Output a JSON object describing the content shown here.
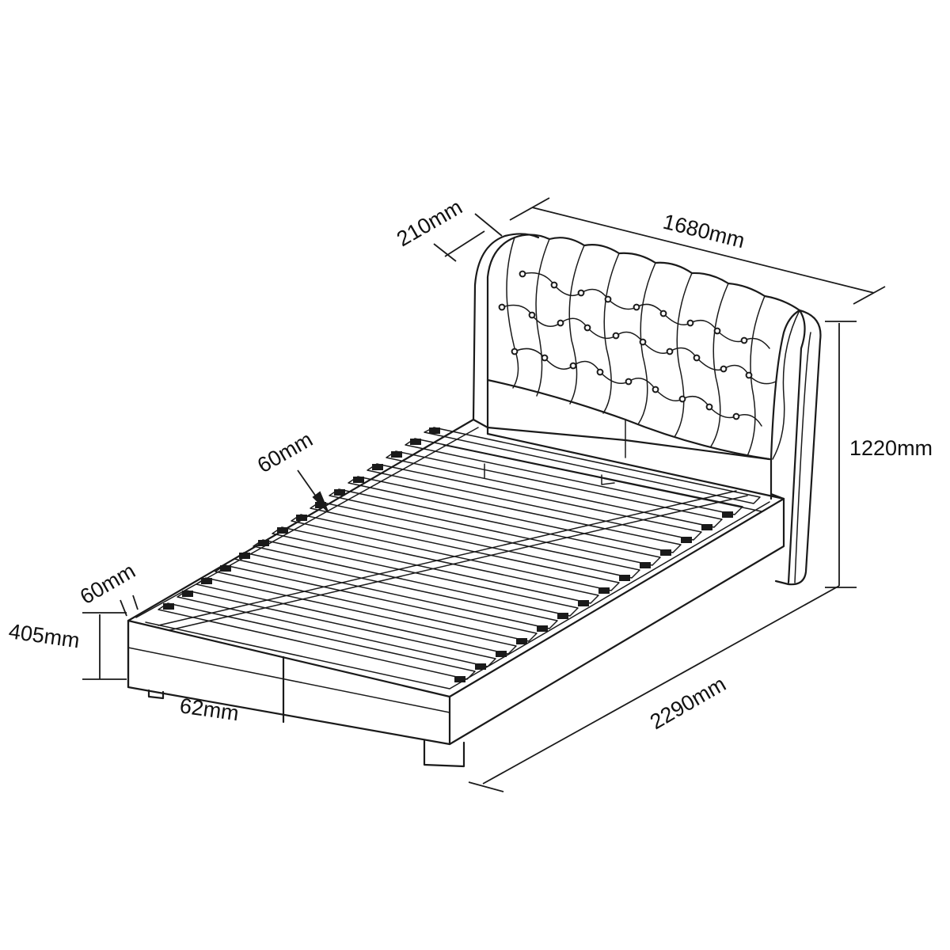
{
  "diagram": {
    "dimensions": {
      "headboard_depth": "210mm",
      "width": "1680mm",
      "height": "1220mm",
      "slat_gap": "60mm",
      "frame_thickness": "60mm",
      "bed_height": "405mm",
      "leg_height": "62mm",
      "length": "2290mm"
    }
  }
}
